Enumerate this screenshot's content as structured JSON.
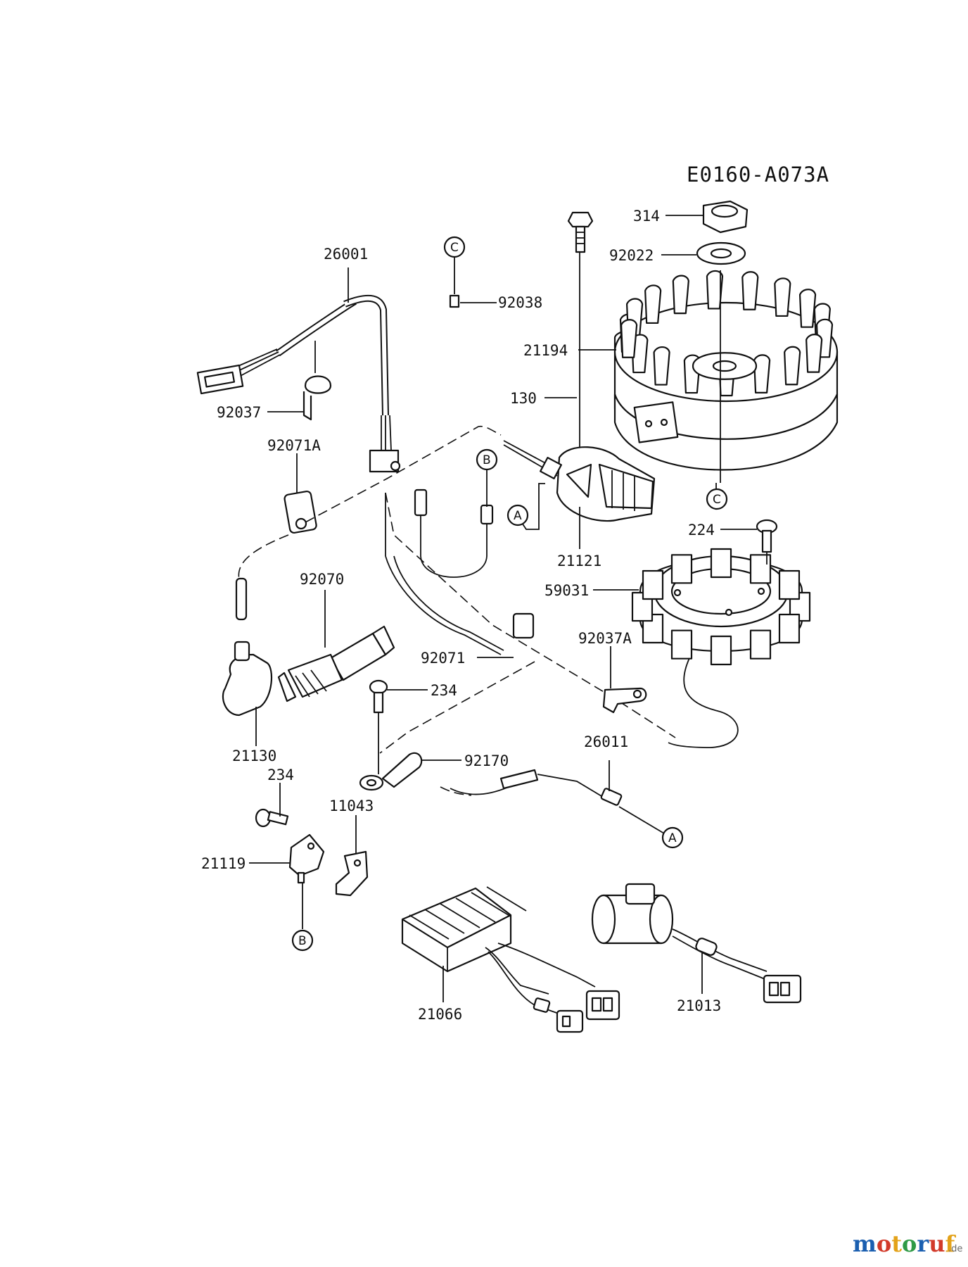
{
  "diagram": {
    "code": "E0160-A073A",
    "labels": {
      "p314": "314",
      "p92022": "92022",
      "p92038": "92038",
      "p26001": "26001",
      "p21194": "21194",
      "p130": "130",
      "p92037": "92037",
      "p92071A": "92071A",
      "p21121": "21121",
      "p224": "224",
      "p59031": "59031",
      "p92070": "92070",
      "p92071": "92071",
      "p92037A": "92037A",
      "p234a": "234",
      "p21130": "21130",
      "p234b": "234",
      "p26011": "26011",
      "p92170": "92170",
      "p11043": "11043",
      "p21119": "21119",
      "p21066": "21066",
      "p21013": "21013"
    },
    "refs": {
      "c_top": "C",
      "c_flywheel": "C",
      "b_wire": "B",
      "a_coil": "A",
      "a_lead": "A",
      "b_rectifier": "B"
    }
  },
  "watermark": {
    "text": "motoruf",
    "suffix": ".de",
    "colors": [
      "#1b5fb0",
      "#d23a2a",
      "#e3a21a",
      "#2f9a45"
    ]
  }
}
